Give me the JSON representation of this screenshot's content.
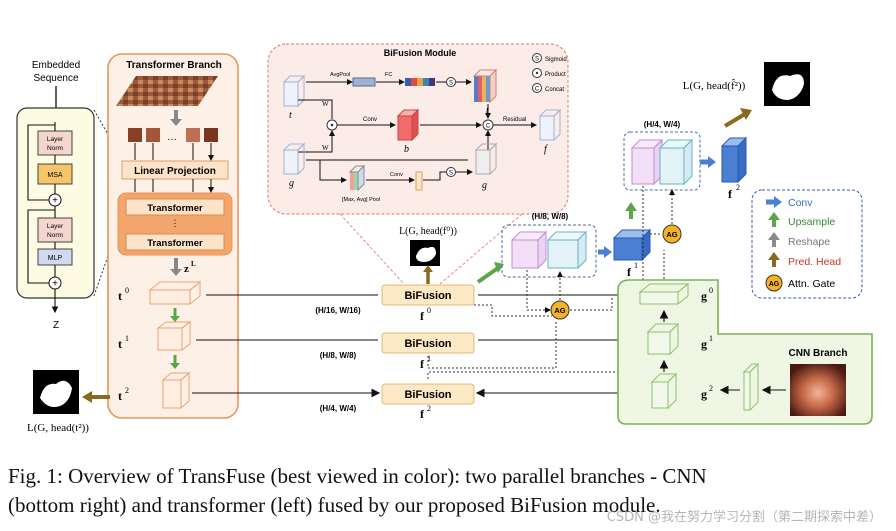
{
  "transformer_branch": {
    "title": "Transformer Branch",
    "linear_projection": "Linear Projection",
    "transformer_label": "Transformer",
    "zl_label": "z",
    "zl_sup": "L",
    "t0": "t",
    "t0_sup": "0",
    "t1": "t",
    "t1_sup": "1",
    "t2": "t",
    "t2_sup": "2"
  },
  "encoder_block": {
    "input_label_1": "Embedded",
    "input_label_2": "Sequence",
    "layer_norm_1": "Layer",
    "layer_norm_2": "Norm",
    "msa": "MSA",
    "mlp": "MLP",
    "output": "Z",
    "plus": "+"
  },
  "bifusion_module": {
    "title": "BiFusion Module",
    "avgpool": "AvgPool",
    "fc": "FC",
    "conv": "Conv",
    "conv2": "Conv",
    "residual": "Residual",
    "maxavg_pool": "[Max, Avg] Pool",
    "wi_top": "W",
    "wi_bottom": "W",
    "t_i": "t",
    "g_i": "g",
    "b_i": "b",
    "f_i": "f",
    "that_i": "t",
    "ghat_i": "g",
    "sym_s": "S",
    "sym_dot": "⊙",
    "sym_c": "C",
    "legend_sigmoid": "Sigmoid",
    "legend_product": "Product",
    "legend_concat": "Concat"
  },
  "fusion": {
    "bifusion_label": "BiFusion",
    "f0": "f",
    "f0_sup": "0",
    "f1": "f",
    "f1_sup": "1",
    "f2": "f",
    "f2_sup": "2",
    "res0": "(H/16, W/16)",
    "res1": "(H/8, W/8)",
    "res2": "(H/4, W/4)",
    "res_up1": "(H/8, W/8)",
    "res_up2": "(H/4, W/4)",
    "fhat1": "f",
    "fhat1_sup": "1",
    "fhat2": "f",
    "fhat2_sup": "2",
    "ag": "AG"
  },
  "cnn_branch": {
    "title": "CNN Branch",
    "g0": "g",
    "g0_sup": "0",
    "g1": "g",
    "g1_sup": "1",
    "g2": "g",
    "g2_sup": "2"
  },
  "losses": {
    "loss_f0": "L(G, head(f⁰))",
    "loss_t2": "L(G, head(t²))",
    "loss_fhat2": "L(G, head(f̂²))"
  },
  "legend": {
    "conv": "Conv",
    "upsample": "Upsample",
    "reshape": "Reshape",
    "pred_head": "Pred. Head",
    "attn_gate": "Attn. Gate",
    "ag": "AG"
  },
  "colors": {
    "conv_blue": "#4a7fd4",
    "upsample_green": "#5aa64a",
    "reshape_gray": "#8a8a8a",
    "pred_brown": "#8a6a1e",
    "ag_gold": "#f5b225",
    "transformer_orange": "#e9945a",
    "bifusion_pink": "#f3c9c1",
    "cnn_green": "#8cc26a"
  },
  "caption": {
    "line1": "Fig. 1: Overview of TransFuse (best viewed in color): two parallel branches - CNN",
    "line2": "(bottom right) and transformer (left) fused by our proposed BiFusion module."
  },
  "watermark": "CSDN @我在努力学习分割（第二期探索中差）"
}
